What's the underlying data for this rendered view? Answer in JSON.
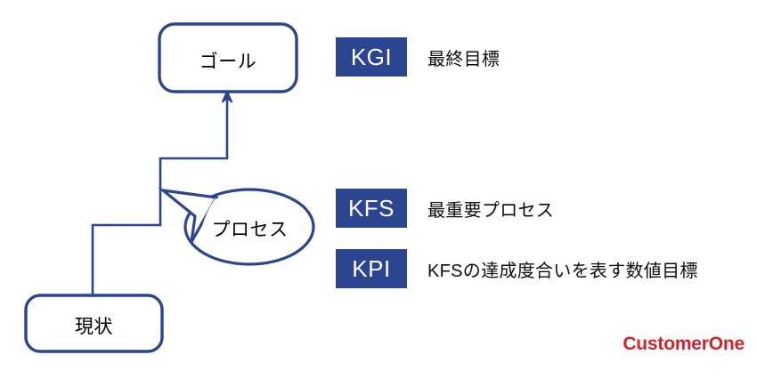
{
  "diagram": {
    "type": "strategy-ladder",
    "line_color": "#2B4590",
    "box_fill": "#ffffff",
    "nodes": [
      {
        "id": "goal",
        "label": "ゴール",
        "shape": "rounded-rectangle"
      },
      {
        "id": "current",
        "label": "現状",
        "shape": "rounded-rectangle"
      },
      {
        "id": "process",
        "label": "プロセス",
        "shape": "speech-bubble-oval"
      }
    ],
    "connector": {
      "description": "stair-step path from 現状 up to ゴール",
      "arrow_target": "goal"
    }
  },
  "legend": {
    "badge_color": "#2B4590",
    "badge_text_color": "#ffffff",
    "items": [
      {
        "badge": "KGI",
        "description": "最終目標"
      },
      {
        "badge": "KFS",
        "description": "最重要プロセス"
      },
      {
        "badge": "KPI",
        "description": "KFSの達成度合いを表す数値目標"
      }
    ]
  },
  "logo": {
    "text": "CustomerOne",
    "color": "#d0232b"
  }
}
